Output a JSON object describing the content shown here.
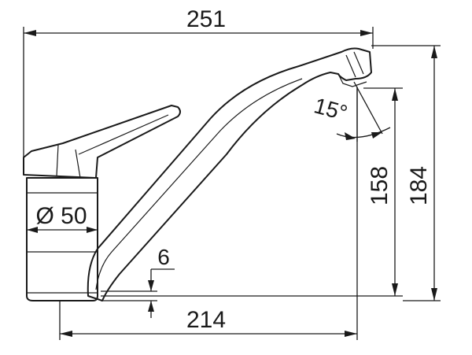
{
  "dimensions": {
    "overall_width": "251",
    "base_to_spout_width": "214",
    "spout_height": "158",
    "overall_height": "184",
    "base_diameter": "Ø 50",
    "small_offset": "6",
    "spout_angle": "15°"
  }
}
